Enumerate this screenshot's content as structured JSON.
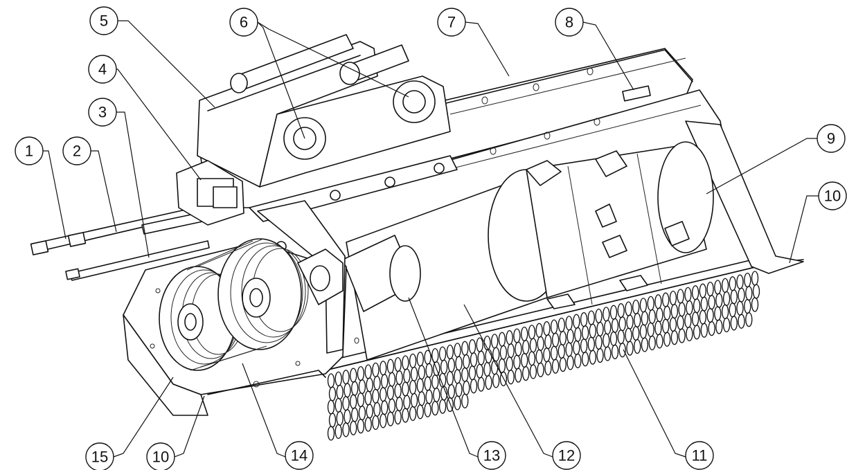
{
  "callouts": [
    {
      "id": "c1",
      "label": "1"
    },
    {
      "id": "c2",
      "label": "2"
    },
    {
      "id": "c3",
      "label": "3"
    },
    {
      "id": "c4",
      "label": "4"
    },
    {
      "id": "c5",
      "label": "5"
    },
    {
      "id": "c6",
      "label": "6"
    },
    {
      "id": "c7",
      "label": "7"
    },
    {
      "id": "c8",
      "label": "8"
    },
    {
      "id": "c9",
      "label": "9"
    },
    {
      "id": "c10a",
      "label": "10"
    },
    {
      "id": "c10b",
      "label": "10"
    },
    {
      "id": "c11",
      "label": "11"
    },
    {
      "id": "c12",
      "label": "12"
    },
    {
      "id": "c13",
      "label": "13"
    },
    {
      "id": "c14",
      "label": "14"
    },
    {
      "id": "c15",
      "label": "15"
    }
  ]
}
